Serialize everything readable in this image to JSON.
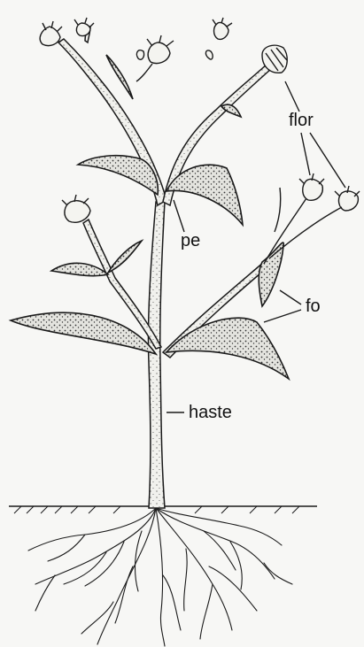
{
  "labels": {
    "flor": "flor",
    "pe": "pe",
    "fo": "fo",
    "haste": "haste"
  },
  "colors": {
    "ink": "#1a1a1a",
    "background": "#f7f7f5",
    "leaf_fill": "#dcdcd6",
    "stem_fill": "#eeeeea"
  }
}
